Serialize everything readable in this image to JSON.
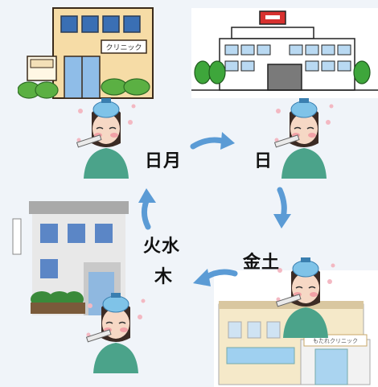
{
  "clinic_building": {
    "sign_text": "クリニック"
  },
  "clinic_bottom_right": {
    "sign_text": "もたれクリニック"
  },
  "days": {
    "top_left": "日月",
    "top_right": "日",
    "right": "金土",
    "left_line1": "火水",
    "left_line2": "木"
  },
  "colors": {
    "arrow": "#5b9bd5",
    "background": "#f0f4f9",
    "clinic_blue": "#3a6fb4",
    "hospital_red": "#d8312f"
  }
}
